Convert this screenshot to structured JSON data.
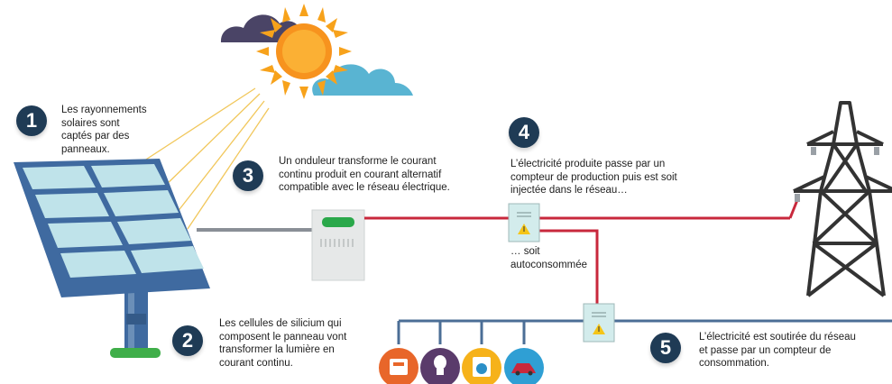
{
  "steps": [
    {
      "number": "1",
      "lines": [
        "Les rayonnements",
        "solaires sont",
        "captés par des",
        "panneaux."
      ]
    },
    {
      "number": "2",
      "lines": [
        "Les cellules de silicium qui",
        "composent le panneau vont",
        "transformer la lumière en",
        "courant continu."
      ]
    },
    {
      "number": "3",
      "lines": [
        "Un onduleur transforme le courant",
        "continu produit en courant alternatif",
        "compatible avec le réseau électrique."
      ]
    },
    {
      "number": "4",
      "lines": [
        "L’électricité produite passe par un",
        "compteur de production puis est soit",
        "injectée dans le réseau…"
      ]
    },
    {
      "number": "5",
      "lines": [
        "L’électricité est soutirée du réseau",
        "et passe par un compteur de",
        "consommation."
      ]
    }
  ],
  "self_consumption": {
    "lines": [
      "… soit",
      "autoconsommée"
    ]
  },
  "appliance_icons": [
    "electrical-panel-icon",
    "light-bulb-icon",
    "washing-machine-icon",
    "electric-car-icon"
  ],
  "colors": {
    "badge": "#1f3b55",
    "injection_line": "#c8283c",
    "consumption_line": "#4b6e96",
    "dc_cable": "#8a8f96",
    "panel_frame": "#3f6aa0",
    "panel_cell": "#bfe3ea",
    "sun": "#f7a21b",
    "pylon": "#333333"
  }
}
